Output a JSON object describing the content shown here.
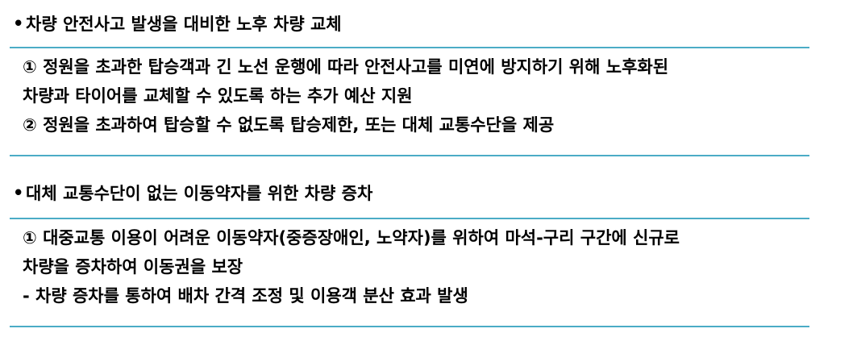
{
  "sections": [
    {
      "bullet": "•",
      "title": "차량 안전사고 발생을 대비한 노후 차량 교체",
      "lines": [
        "① 정원을 초과한 탑승객과 긴 노선 운행에 따라 안전사고를 미연에 방지하기 위해 노후화된",
        "차량과 타이어를 교체할 수 있도록 하는 추가 예산 지원",
        "② 정원을 초과하여 탑승할 수 없도록 탑승제한, 또는 대체 교통수단을 제공"
      ]
    },
    {
      "bullet": "•",
      "title": "대체 교통수단이 없는 이동약자를 위한 차량 증차",
      "lines": [
        "① 대중교통 이용이 어려운 이동약자(중증장애인, 노약자)를 위하여 마석-구리 구간에 신규로",
        "차량을 증차하여 이동권을 보장",
        "- 차량 증차를 통하여 배차 간격 조정 및 이용객 분산 효과 발생"
      ]
    }
  ],
  "colors": {
    "rule": "#4bacc6",
    "text": "#000000"
  }
}
